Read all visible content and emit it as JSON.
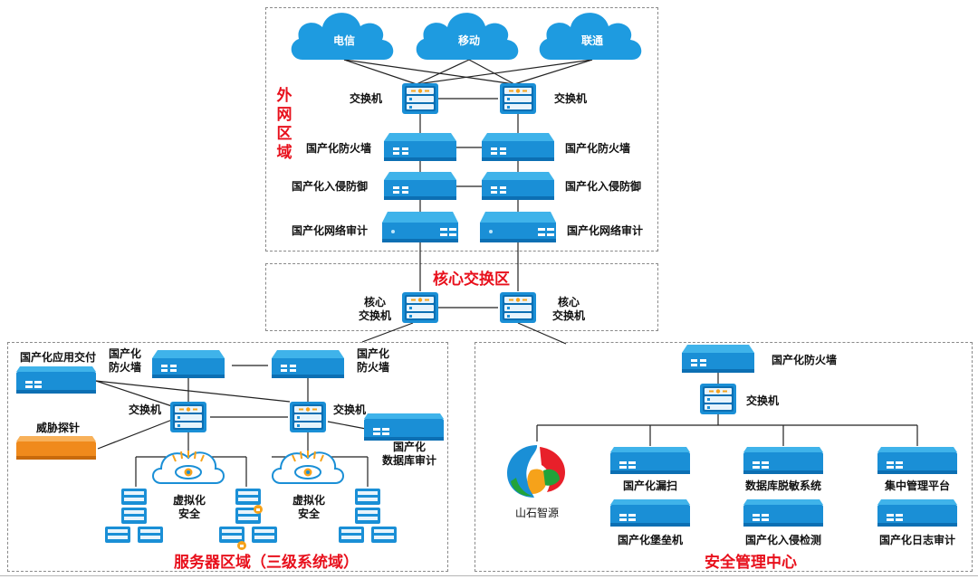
{
  "zones": {
    "external": "外网区域",
    "core": "核心交换区",
    "server": "服务器区域（三级系统域）",
    "security": "安全管理中心"
  },
  "clouds": {
    "telecom": "电信",
    "mobile": "移动",
    "unicom": "联通"
  },
  "external_zone": {
    "switch_left": "交换机",
    "switch_right": "交换机",
    "firewall_left": "国产化防火墙",
    "firewall_right": "国产化防火墙",
    "ips_left": "国产化入侵防御",
    "ips_right": "国产化入侵防御",
    "audit_left": "国产化网络审计",
    "audit_right": "国产化网络审计"
  },
  "core_zone": {
    "switch_left": [
      "核心",
      "交换机"
    ],
    "switch_right": [
      "核心",
      "交换机"
    ]
  },
  "server_zone": {
    "adc": "国产化应用交付",
    "firewall_left": [
      "国产化",
      "防火墙"
    ],
    "firewall_right": [
      "国产化",
      "防火墙"
    ],
    "switch_left": "交换机",
    "switch_right": "交换机",
    "threat_probe": "威胁探针",
    "db_audit": [
      "国产化",
      "数据库审计"
    ],
    "virt_left": [
      "虚拟化",
      "安全"
    ],
    "virt_right": [
      "虚拟化",
      "安全"
    ]
  },
  "security_zone": {
    "firewall": "国产化防火墙",
    "switch": "交换机",
    "brand": "山石智源",
    "vuln_scan": "国产化漏扫",
    "db_masking": "数据库脱敏系统",
    "central_mgmt": "集中管理平台",
    "bastion": "国产化堡垒机",
    "ids": "国产化入侵检测",
    "log_audit": "国产化日志审计"
  },
  "colors": {
    "zone_title": "#e8101c",
    "device_blue": "#1a8fd6",
    "device_dark": "#0c6fb3",
    "probe_orange": "#f08a1c",
    "cloud_blue": "#1e9be0",
    "line": "#222222",
    "border": "#8a8a8a"
  },
  "icons": [
    "cloud-icon",
    "switch-icon",
    "rack-appliance-icon",
    "virtual-security-icon",
    "server-stack-icon",
    "brand-logo-icon"
  ]
}
